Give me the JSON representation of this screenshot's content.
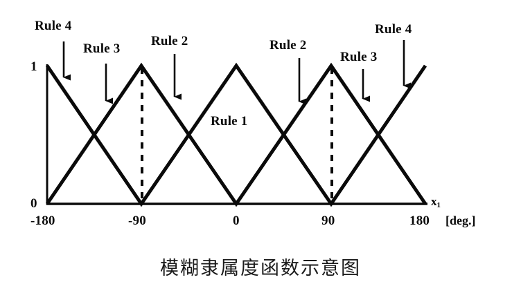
{
  "figure": {
    "title_caption": "模糊隶属度函数示意图",
    "y_axis": {
      "ticks": [
        "1",
        "0"
      ],
      "max_label": "1",
      "min_label": "0"
    },
    "x_axis": {
      "variable_label": "x",
      "variable_subscript": "1",
      "unit_label": "[deg.]",
      "tick_labels": [
        "-180",
        "-90",
        "0",
        "90",
        "180"
      ]
    },
    "annotations": [
      {
        "label": "Rule 4",
        "id": "rule-4-left"
      },
      {
        "label": "Rule 3",
        "id": "rule-3-left"
      },
      {
        "label": "Rule 2",
        "id": "rule-2-left"
      },
      {
        "label": "Rule 1",
        "id": "rule-1-center"
      },
      {
        "label": "Rule 2",
        "id": "rule-2-right"
      },
      {
        "label": "Rule 3",
        "id": "rule-3-right"
      },
      {
        "label": "Rule 4",
        "id": "rule-4-right"
      }
    ],
    "colors": {
      "line": "#0a0a0a",
      "axis": "#0a0a0a",
      "background": "#ffffff"
    }
  },
  "chart_data": {
    "type": "line",
    "title": "模糊隶属度函数示意图",
    "xlabel": "x1 [deg.]",
    "ylabel": "",
    "xlim": [
      -180,
      180
    ],
    "ylim": [
      0,
      1
    ],
    "grid": false,
    "legend": "inline-arrow-annotations",
    "x": [
      -180,
      -90,
      0,
      90,
      180
    ],
    "series": [
      {
        "name": "Rule 4",
        "values": [
          1,
          0,
          0,
          0,
          1
        ],
        "note": "peaks at -180 and +180"
      },
      {
        "name": "Rule 3",
        "values": [
          0,
          1,
          0,
          0,
          0
        ],
        "note": "triangle peaking at -90"
      },
      {
        "name": "Rule 2",
        "values": [
          0,
          1,
          0,
          1,
          0
        ],
        "note": "triangles peaking at -90 and +90"
      },
      {
        "name": "Rule 1",
        "values": [
          0,
          0,
          1,
          0,
          0
        ],
        "note": "triangle peaking at 0"
      }
    ],
    "x_tick_values": [
      -180,
      -90,
      0,
      90,
      180
    ],
    "x_tick_labels": [
      "-180",
      "-90",
      "0",
      "90",
      "180"
    ],
    "y_tick_values": [
      0,
      1
    ],
    "y_tick_labels": [
      "0",
      "1"
    ],
    "dashed_verticals_at": [
      -90,
      90
    ],
    "annotations": [
      {
        "text": "Rule 4",
        "points_to_x": -165
      },
      {
        "text": "Rule 3",
        "points_to_x": -128
      },
      {
        "text": "Rule 2",
        "points_to_x": -53
      },
      {
        "text": "Rule 1",
        "points_to_x": 0
      },
      {
        "text": "Rule 2",
        "points_to_x": 40
      },
      {
        "text": "Rule 3",
        "points_to_x": 117
      },
      {
        "text": "Rule 4",
        "points_to_x": 155
      }
    ]
  }
}
